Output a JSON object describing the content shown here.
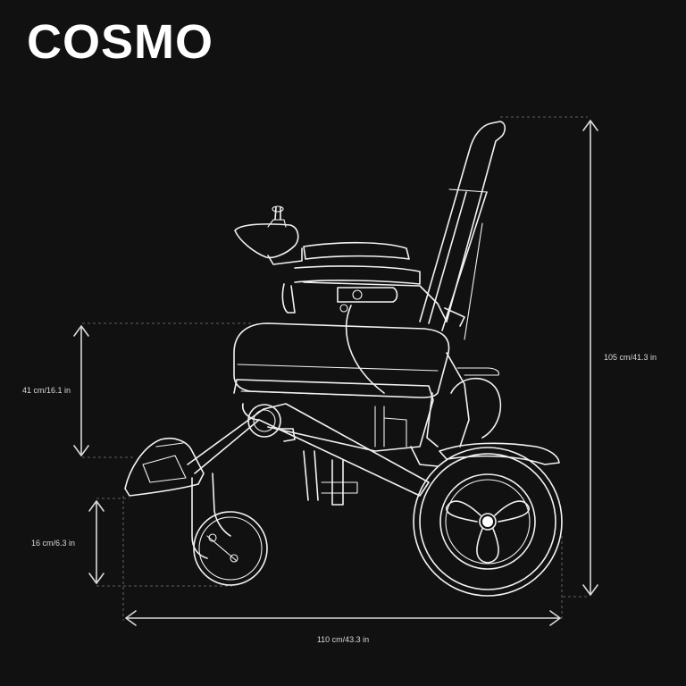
{
  "title": "COSMO",
  "dimensions": {
    "seat_height": "41 cm/16.1 in",
    "footrest_height": "16 cm/6.3 in",
    "total_height": "105 cm/41.3 in",
    "total_length": "110 cm/43.3 in"
  },
  "colors": {
    "background": "#111111",
    "line": "#f2f2f2",
    "text": "#ffffff"
  }
}
